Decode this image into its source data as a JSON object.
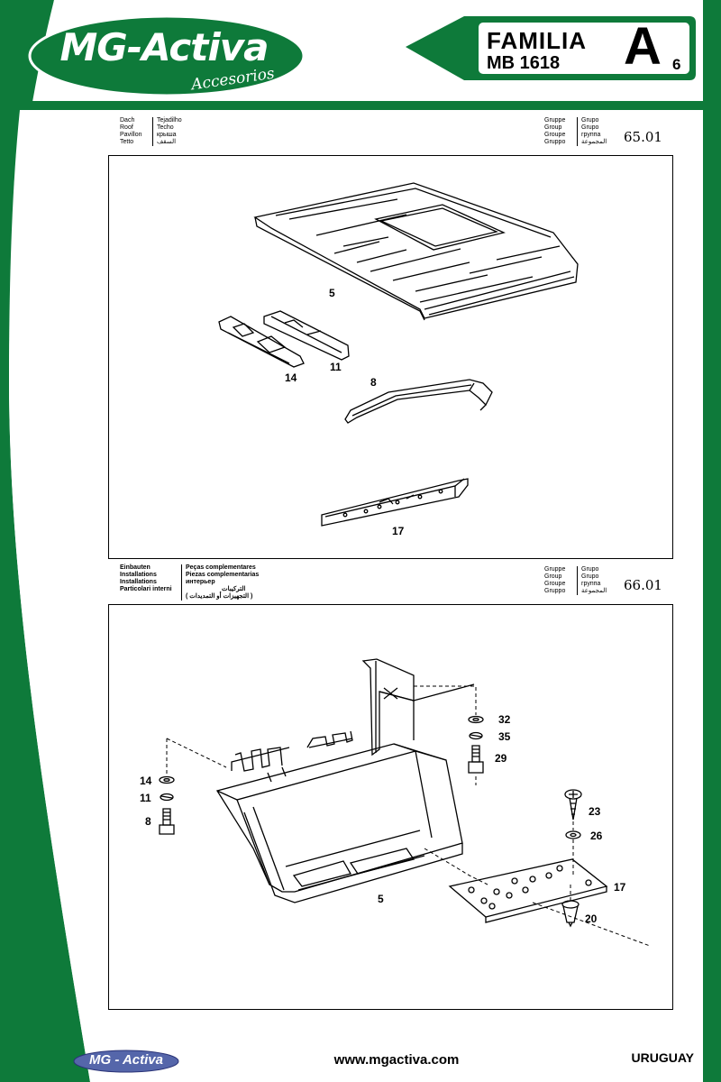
{
  "brand": {
    "name": "MG-Activa",
    "subtitle": "Accesorios",
    "green": "#0e7a3a"
  },
  "familia": {
    "line1": "FAMILIA",
    "line2": "MB 1618",
    "letter": "A",
    "number": "6"
  },
  "section1": {
    "labels_left": [
      "Dach",
      "Roof",
      "Pavillon",
      "Tetto"
    ],
    "labels_right": [
      "Tejadilho",
      "Techo",
      "крыша",
      "السقف"
    ],
    "group_left": [
      "Gruppe",
      "Group",
      "Groupe",
      "Gruppo"
    ],
    "group_right": [
      "Grupo",
      "Grupo",
      "группа",
      "المجموعة"
    ],
    "group_number": "65.01",
    "part_labels": [
      "5",
      "11",
      "14",
      "8",
      "17"
    ]
  },
  "section2": {
    "labels_left": [
      "Einbauten",
      "Installations",
      "Installations",
      "Particolari interni"
    ],
    "labels_right": [
      "Peças complementares",
      "Piezas complementarias",
      "интерьер",
      "التركيبات",
      "( التجهيزات أو التمديدات )"
    ],
    "group_left": [
      "Gruppe",
      "Group",
      "Groupe",
      "Gruppo"
    ],
    "group_right": [
      "Grupo",
      "Grupo",
      "группа",
      "المجموعة"
    ],
    "group_number": "66.01",
    "part_labels": [
      "32",
      "35",
      "29",
      "14",
      "11",
      "8",
      "23",
      "26",
      "17",
      "20",
      "5"
    ]
  },
  "footer": {
    "logo": "MG - Activa",
    "url": "www.mgactiva.com",
    "country": "URUGUAY"
  }
}
